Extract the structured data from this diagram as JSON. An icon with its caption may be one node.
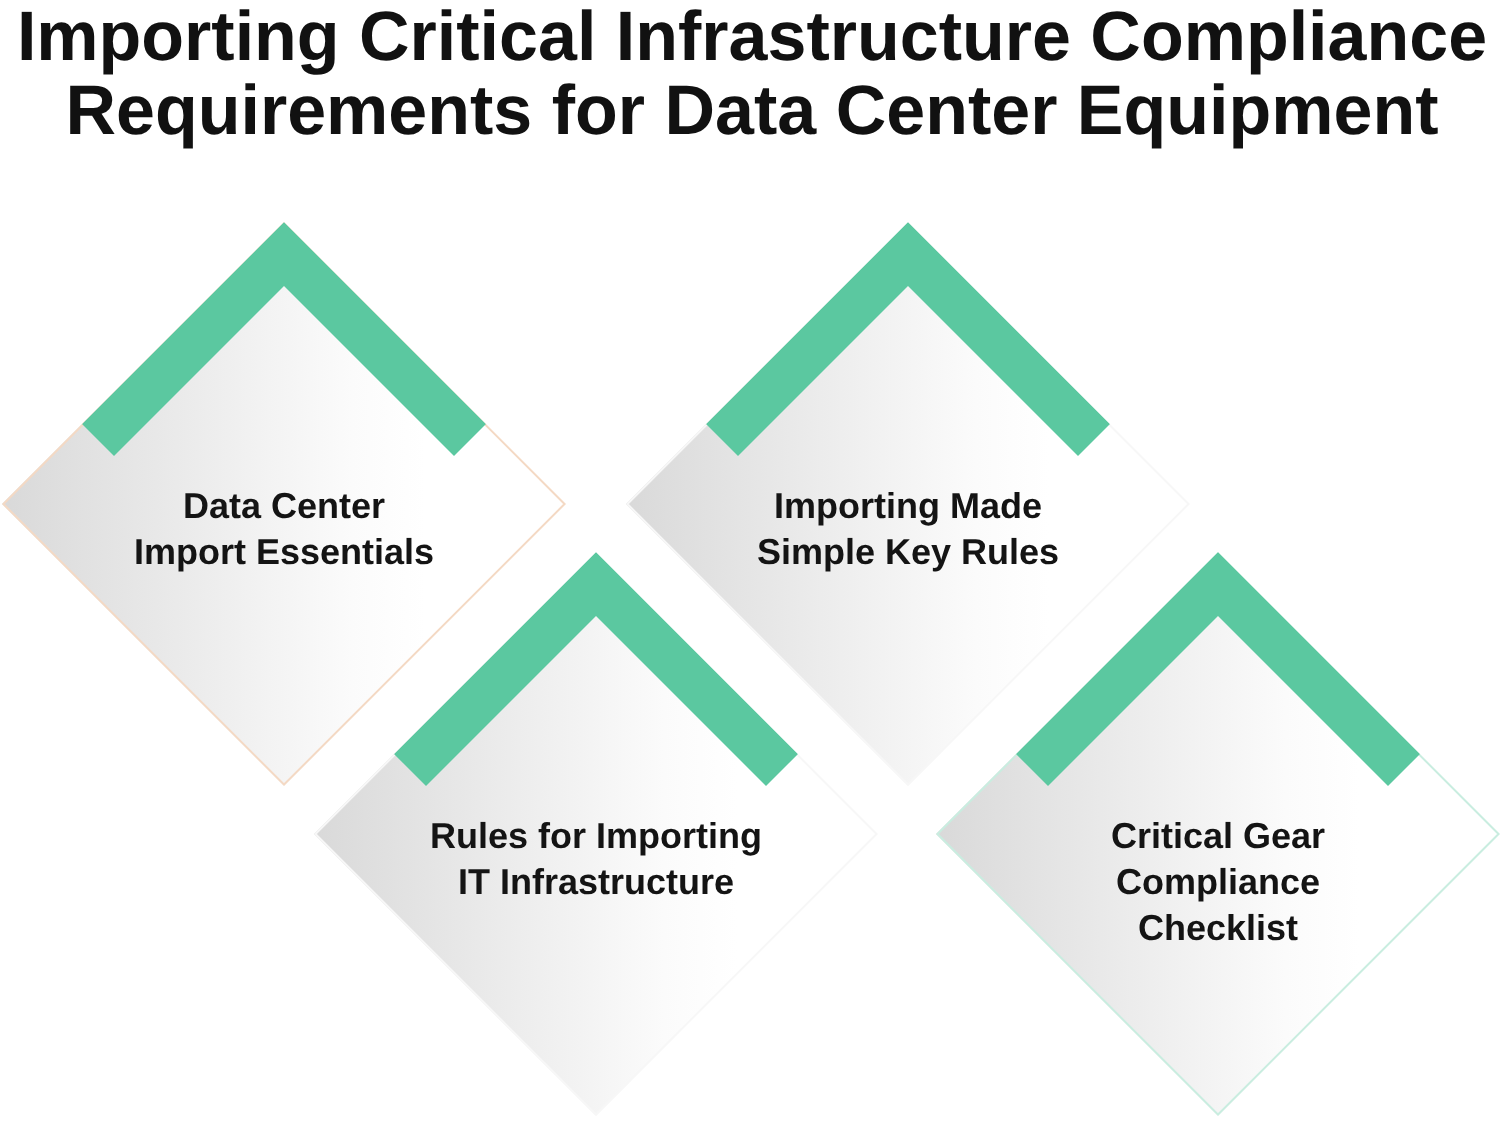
{
  "diagram": {
    "title": "Importing Critical Infrastructure Compliance Requirements for Data Center Equipment",
    "nodes": [
      {
        "text": [
          "Data Center Import Essentials"
        ]
      },
      {
        "text": [
          "Importing Made Simple Key Rules"
        ]
      },
      {
        "text": [
          "Rules for Importing IT Infrastructure"
        ]
      },
      {
        "text": [
          "Critical Gear Compliance Checklist"
        ]
      }
    ]
  }
}
